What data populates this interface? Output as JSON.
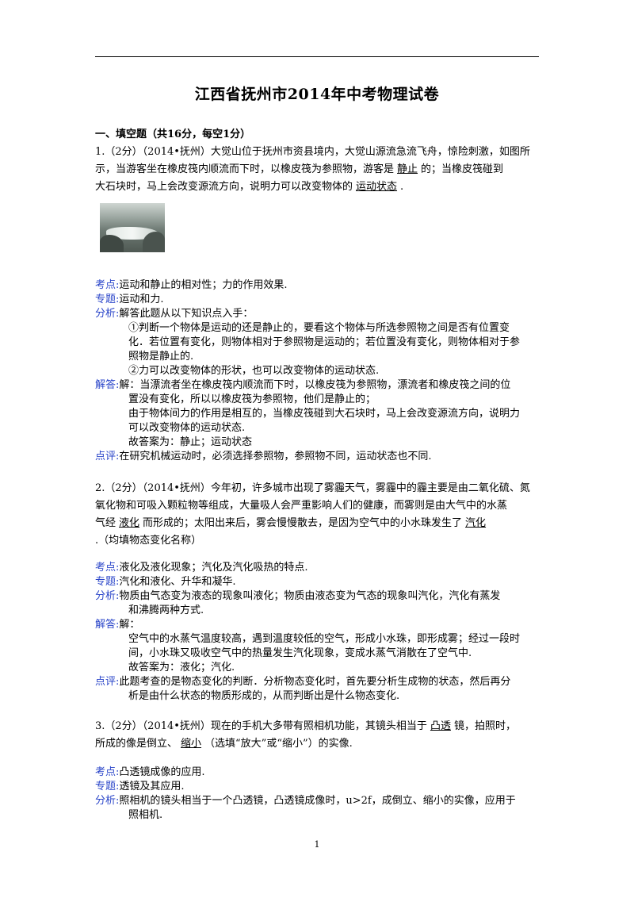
{
  "title": "江西省抚州市2014年中考物理试卷",
  "section1": "一、填空题（共16分，每空1分）",
  "labels": {
    "kaodian": "考点:",
    "zhuanti": "专题:",
    "fenxi": "分析:",
    "jieda": "解答:",
    "dianping": "点评:"
  },
  "q1": {
    "l1": "1.（2分）（2014•抚州）大觉山位于抚州市资县境内，大觉山源流急流飞舟，惊险刺激，如图所",
    "l2a": "示，当游客坐在橡皮筏内顺流而下时，以橡皮筏为参照物，游客是",
    "ans1": "静止",
    "l2b": "的；当橡皮筏碰到",
    "l3a": "大石块时，马上会改变源流方向，说明力可以改变物体的",
    "ans2": "运动状态",
    "l3b": ".",
    "kaodian": "运动和静止的相对性；力的作用效果.",
    "zhuanti": "运动和力.",
    "fenxi": [
      "解答此题从以下知识点入手：",
      "①判断一个物体是运动的还是静止的，要看这个物体与所选参照物之间是否有位置变",
      "化．若位置有变化，则物体相对于参照物是运动的；若位置没有变化，则物体相对于参",
      "照物是静止的.",
      "②力可以改变物体的形状，也可以改变物体的运动状态."
    ],
    "jieda": [
      "解：当漂流者坐在橡皮筏内顺流而下时，以橡皮筏为参照物，漂流者和橡皮筏之间的位",
      "置没有变化，所以以橡皮筏为参照物，他们是静止的；",
      "由于物体间力的作用是相互的，当橡皮筏碰到大石块时，马上会改变源流方向，说明力",
      "可以改变物体的运动状态.",
      "故答案为：静止；运动状态"
    ],
    "dianping": "在研究机械运动时，必须选择参照物，参照物不同，运动状态也不同."
  },
  "q2": {
    "l1": "2.（2分）（2014•抚州）今年初，许多城市出现了雾霾天气，雾霾中的霾主要是由二氧化硫、氮",
    "l2": "氧化物和可吸入颗粒物等组成，大量吸人会严重影响人们的健康，而雾则是由大气中的水蒸",
    "l3a": "气经",
    "ans1": "液化",
    "l3b": "而形成的；太阳出来后，雾会慢慢散去，是因为空气中的小水珠发生了",
    "ans2": "汽化",
    "l4": ".（均填物态变化名称）",
    "kaodian": "液化及液化现象；汽化及汽化吸热的特点.",
    "zhuanti": "汽化和液化、升华和凝华.",
    "fenxi": [
      "物质由气态变为液态的现象叫液化；物质由液态变为气态的现象叫汽化，汽化有蒸发",
      "和沸腾两种方式."
    ],
    "jieda": [
      "解：",
      "空气中的水蒸气温度较高，遇到温度较低的空气，形成小水珠，即形成雾；经过一段时",
      "间，小水珠又吸收空气中的热量发生汽化现象，变成水蒸气消散在了空气中.",
      "故答案为：液化；汽化."
    ],
    "dianping": [
      "此题考查的是物态变化的判断．分析物态变化时，首先要分析生成物的状态，然后再分",
      "析是由什么状态的物质形成的，从而判断出是什么物态变化."
    ]
  },
  "q3": {
    "l1a": "3.（2分）（2014•抚州）现在的手机大多带有照相机功能，其镜头相当于",
    "ans1": "凸透",
    "l1b": "镜，拍照时，",
    "l2a": "所成的像是倒立、",
    "ans2": "缩小",
    "l2b": "（选填“放大”或“缩小”）的实像.",
    "kaodian": "凸透镜成像的应用.",
    "zhuanti": "透镜及其应用.",
    "fenxi": [
      "照相机的镜头相当于一个凸透镜，凸透镜成像时，u>2f，成倒立、缩小的实像，应用于",
      "照相机."
    ]
  },
  "page_number": "1"
}
